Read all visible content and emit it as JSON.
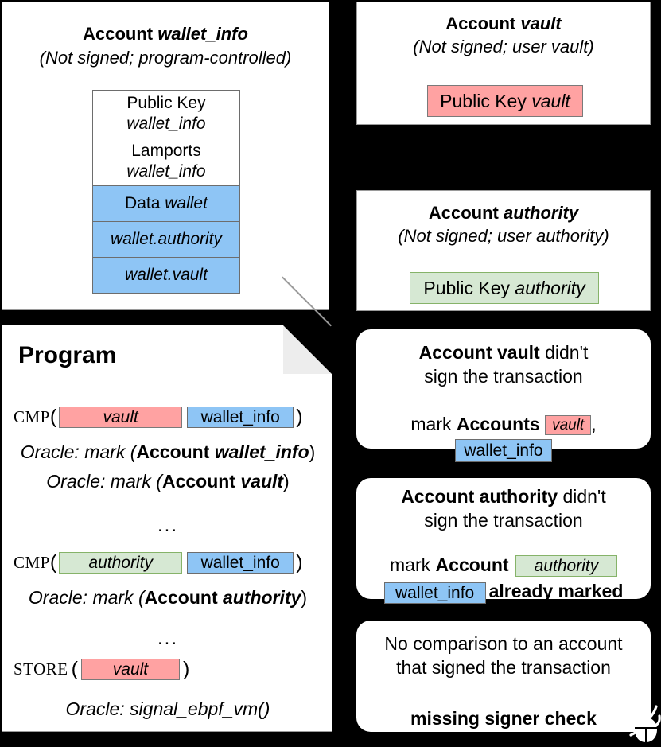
{
  "accounts": {
    "wallet_info": {
      "title_prefix": "Account ",
      "title_name": "wallet_info",
      "subtitle": "(Not signed; program-controlled)",
      "fields": [
        {
          "line1": "Public Key",
          "line2": "wallet_info",
          "color": "white"
        },
        {
          "line1": "Lamports",
          "line2": "wallet_info",
          "color": "white"
        },
        {
          "line1": "Data ",
          "line2": "wallet",
          "color": "blue"
        },
        {
          "line1": "",
          "line2": "wallet.authority",
          "color": "blue"
        },
        {
          "line1": "",
          "line2": "wallet.vault",
          "color": "blue"
        }
      ]
    },
    "vault": {
      "title_prefix": "Account ",
      "title_name": "vault",
      "subtitle": "(Not signed; user vault)",
      "key_label": "Public Key ",
      "key_name": "vault",
      "key_color": "red"
    },
    "authority": {
      "title_prefix": "Account ",
      "title_name": "authority",
      "subtitle": "(Not signed; user authority)",
      "key_label": "Public Key ",
      "key_name": "authority",
      "key_color": "green"
    }
  },
  "program": {
    "title": "Program",
    "lines": {
      "cmp1_op": "CMP",
      "cmp1_arg1": "vault",
      "cmp1_arg2": "wallet_info",
      "oracle1_prefix": "Oracle: mark (",
      "oracle1_bold": "Account ",
      "oracle1_name": "wallet_info",
      "oracle2_prefix": "Oracle: mark (",
      "oracle2_bold": "Account ",
      "oracle2_name": "vault",
      "ellipsis1": "...",
      "cmp2_op": "CMP",
      "cmp2_arg1": "authority",
      "cmp2_arg2": "wallet_info",
      "oracle3_prefix": "Oracle: mark (",
      "oracle3_bold": "Account ",
      "oracle3_name": "authority",
      "ellipsis2": "...",
      "store_op": "STORE",
      "store_arg": "vault",
      "oracle4": "Oracle: signal_ebpf_vm()"
    },
    "paren_open": "(",
    "paren_close": ")",
    "paren_close_oracle": ")"
  },
  "messages": [
    {
      "id": "vault-not-signed",
      "head_bold": "Account vault",
      "head_rest": " didn't",
      "head_line2": "sign the transaction",
      "body_prefix": "mark ",
      "body_bold": "Accounts ",
      "chip1": "vault",
      "chip1_color": "red",
      "comma": ",",
      "chip2": "wallet_info",
      "chip2_color": "blue"
    },
    {
      "id": "authority-not-signed",
      "head_bold": "Account authority",
      "head_rest": " didn't",
      "head_line2": "sign the transaction",
      "body_prefix": "mark ",
      "body_bold": "Account ",
      "chip1": "authority",
      "chip1_color": "green",
      "chip2": "wallet_info",
      "chip2_color": "blue",
      "tail_bold": "already marked"
    },
    {
      "id": "missing-signer-check",
      "line1": "No comparison to an account",
      "line2": "that signed the transaction",
      "verdict": "missing signer check",
      "icon": "bug-icon"
    }
  ],
  "colors": {
    "red": "#FFA2A2",
    "blue": "#8EC5F5",
    "green": "#D6E8D3",
    "green_border": "#86B369",
    "background": "#000000",
    "panel": "#FFFFFF",
    "fold": "#EDEDED"
  }
}
